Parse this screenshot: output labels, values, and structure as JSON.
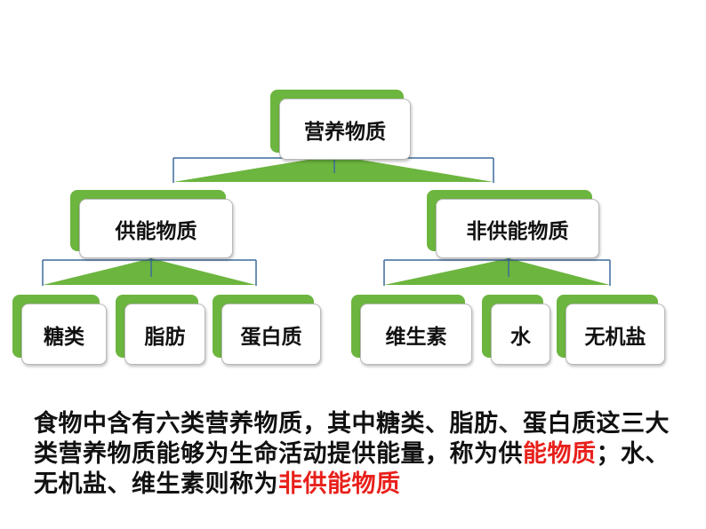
{
  "diagram": {
    "root": "营养物质",
    "branches": [
      {
        "label": "供能物质",
        "children": [
          "糖类",
          "脂肪",
          "蛋白质"
        ]
      },
      {
        "label": "非供能物质",
        "children": [
          "维生素",
          "水",
          "无机盐"
        ]
      }
    ]
  },
  "paragraph": {
    "part1": "食物中含有六类营养物质，其中糖类、脂肪、蛋白质这三大类营养物质能够为生命活动提供能量，称为供",
    "highlight1": "能物质",
    "part2": "；水、无机盐、维生素则称为",
    "highlight2": "非供能物质"
  },
  "colors": {
    "accent_green": "#6cb53f",
    "connector_blue": "#3d6b9c",
    "highlight_red": "#e8201b"
  }
}
